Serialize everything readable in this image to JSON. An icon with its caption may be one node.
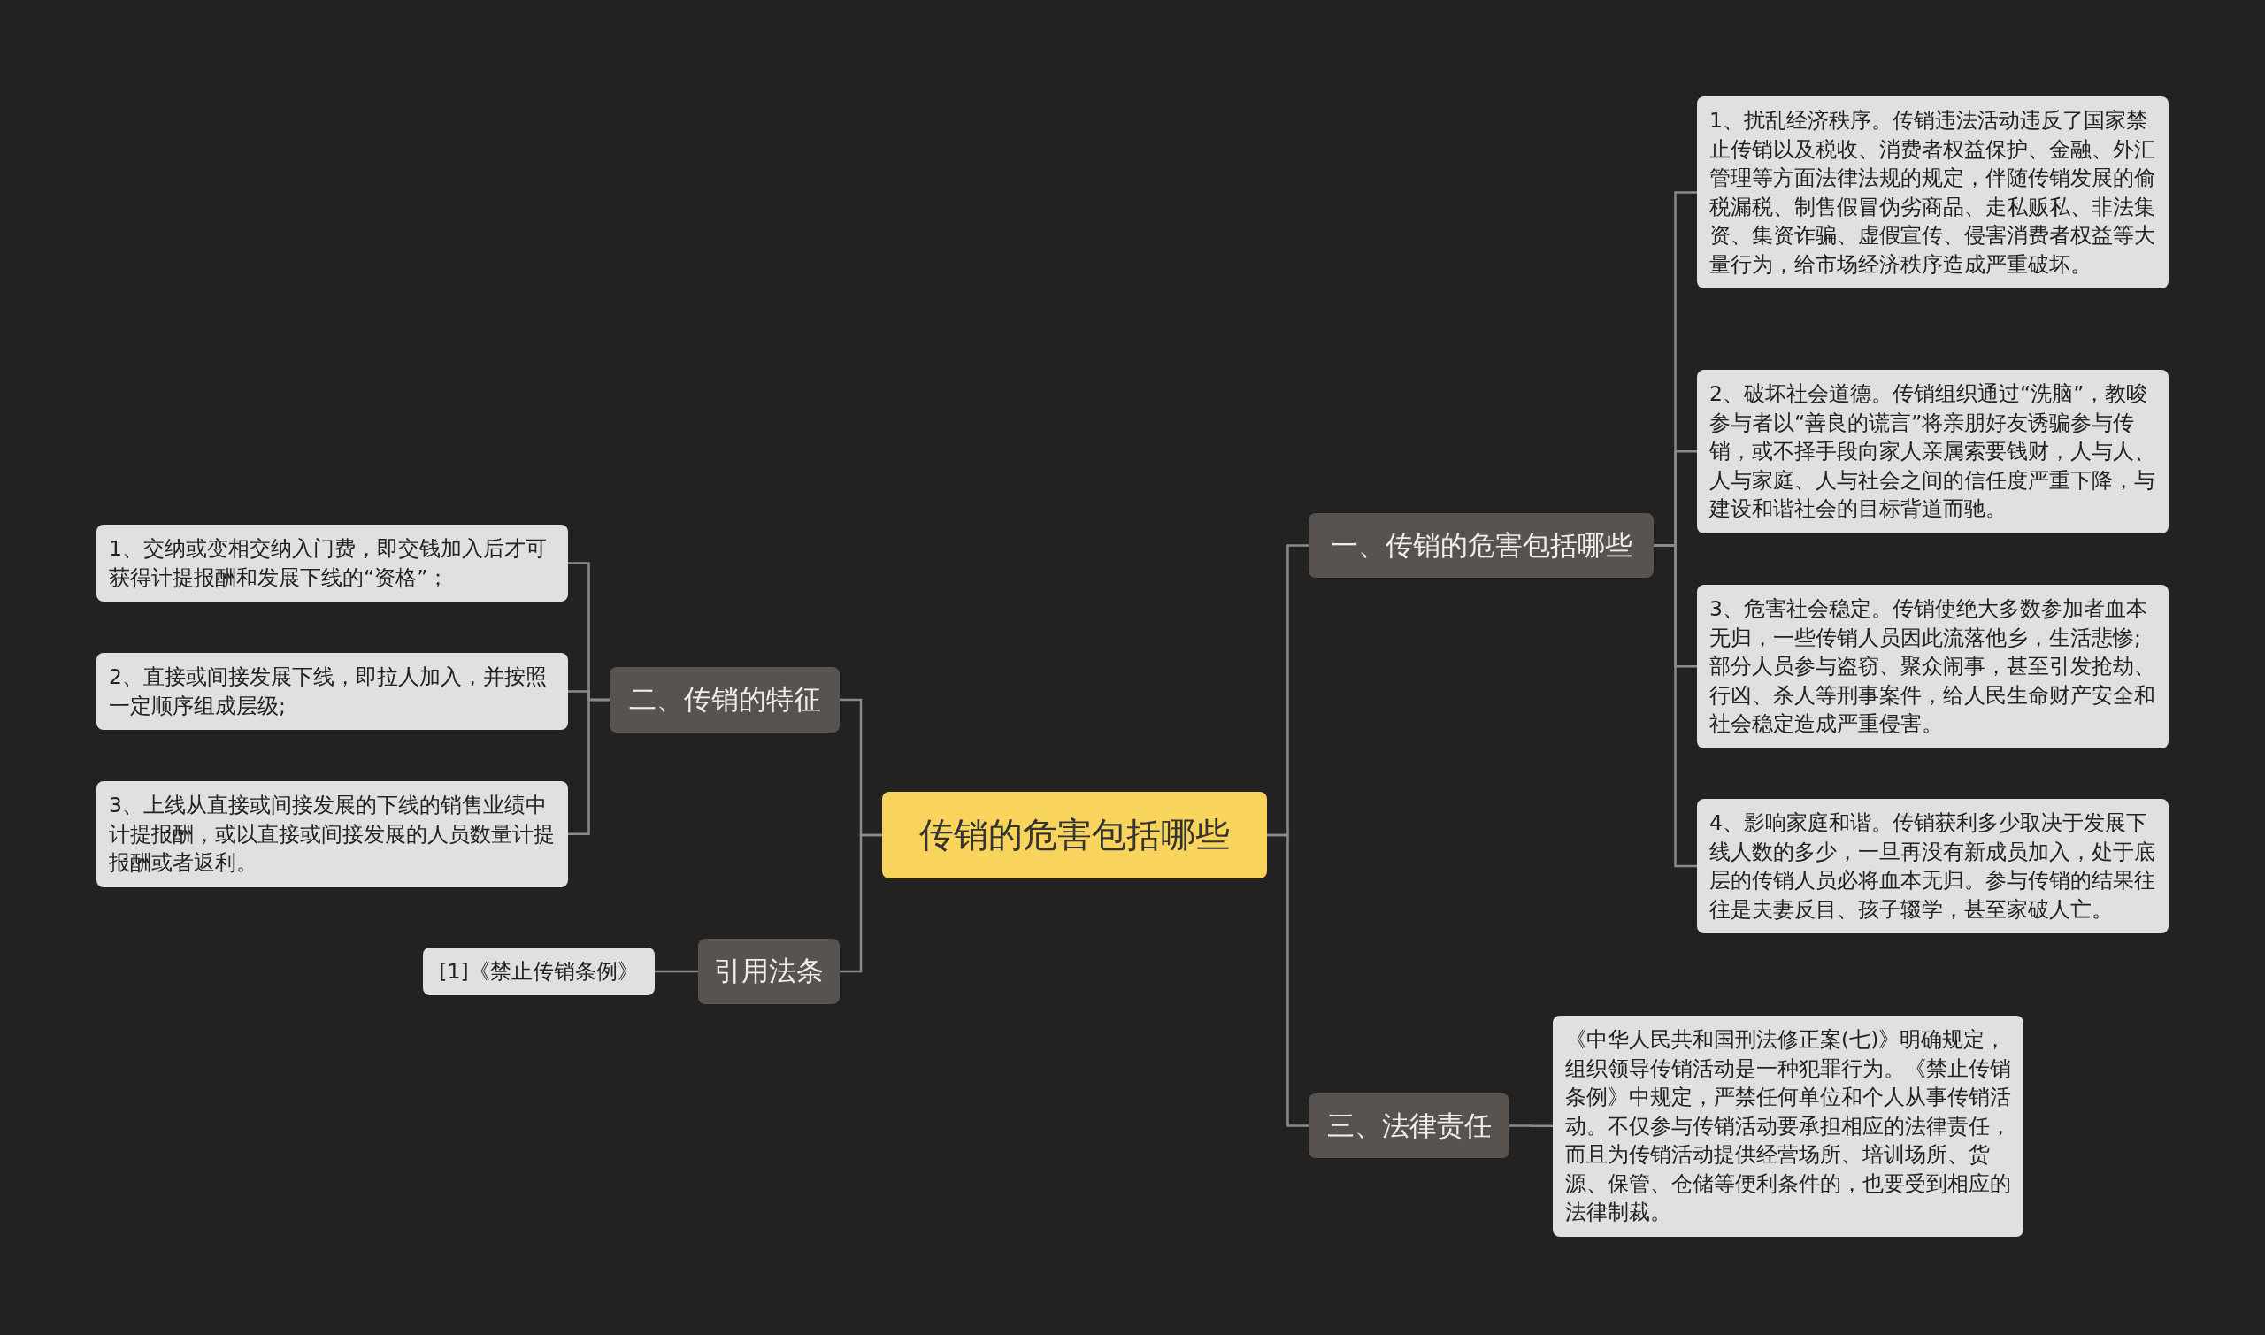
{
  "diagram": {
    "nodes": [
      {
        "text": [
          "传销的危害包括哪些"
        ]
      },
      {
        "text": [
          "一、传销的危害包括哪些"
        ]
      },
      {
        "text": [
          "1、扰乱经济秩序。传销违法活动违反了国家禁止传销以及税收、消费者权益保护、金融、外汇管理等方面法律法规的规定，伴随传销发展的偷税漏税、制售假冒伪劣商品、走私贩私、非法集资、集资诈骗、虚假宣传、侵害消费者权益等大量行为，给市场经济秩序造成严重破坏。"
        ]
      },
      {
        "text": [
          "2、破坏社会道德。传销组织通过“洗脑”，教唆参与者以“善良的谎言”将亲朋好友诱骗参与传销，或不择手段向家人亲属索要钱财，人与人、人与家庭、人与社会之间的信任度严重下降，与建设和谐社会的目标背道而驰。"
        ]
      },
      {
        "text": [
          "3、危害社会稳定。传销使绝大多数参加者血本无归，一些传销人员因此流落他乡，生活悲惨;部分人员参与盗窃、聚众闹事，甚至引发抢劫、行凶、杀人等刑事案件，给人民生命财产安全和社会稳定造成严重侵害。"
        ]
      },
      {
        "text": [
          "4、影响家庭和谐。传销获利多少取决于发展下线人数的多少，一旦再没有新成员加入，处于底层的传销人员必将血本无归。参与传销的结果往往是夫妻反目、孩子辍学，甚至家破人亡。"
        ]
      },
      {
        "text": [
          "三、法律责任"
        ]
      },
      {
        "text": [
          "《中华人民共和国刑法修正案(七)》明确规定，组织领导传销活动是一种犯罪行为。《禁止传销条例》中规定，严禁任何单位和个人从事传销活动。不仅参与传销活动要承担相应的法律责任，而且为传销活动提供经营场所、培训场所、货源、保管、仓储等便利条件的，也要受到相应的法律制裁。"
        ]
      },
      {
        "text": [
          "二、传销的特征"
        ]
      },
      {
        "text": [
          "1、交纳或变相交纳入门费，即交钱加入后才可获得计提报酬和发展下线的“资格”；"
        ]
      },
      {
        "text": [
          "2、直接或间接发展下线，即拉人加入，并按照一定顺序组成层级;"
        ]
      },
      {
        "text": [
          "3、上线从直接或间接发展的下线的销售业绩中计提报酬，或以直接或间接发展的人员数量计提报酬或者返利。"
        ]
      },
      {
        "text": [
          "引用法条"
        ]
      },
      {
        "text": [
          "[1]《禁止传销条例》"
        ]
      }
    ],
    "edges": [
      {
        "from": 0,
        "to": 1,
        "arrow": "none"
      },
      {
        "from": 1,
        "to": 2,
        "arrow": "none"
      },
      {
        "from": 1,
        "to": 3,
        "arrow": "none"
      },
      {
        "from": 1,
        "to": 4,
        "arrow": "none"
      },
      {
        "from": 1,
        "to": 5,
        "arrow": "none"
      },
      {
        "from": 0,
        "to": 6,
        "arrow": "none"
      },
      {
        "from": 6,
        "to": 7,
        "arrow": "none"
      },
      {
        "from": 0,
        "to": 8,
        "arrow": "none"
      },
      {
        "from": 8,
        "to": 9,
        "arrow": "none"
      },
      {
        "from": 8,
        "to": 10,
        "arrow": "none"
      },
      {
        "from": 8,
        "to": 11,
        "arrow": "none"
      },
      {
        "from": 0,
        "to": 12,
        "arrow": "none"
      },
      {
        "from": 12,
        "to": 13,
        "arrow": "none"
      }
    ]
  }
}
